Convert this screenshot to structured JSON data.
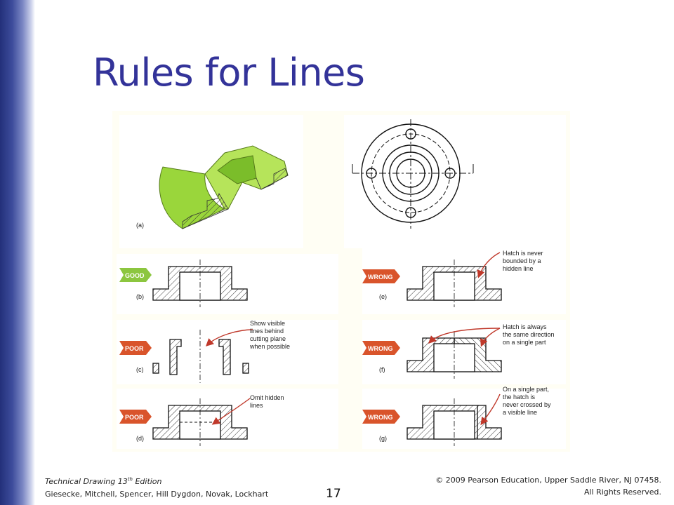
{
  "slide": {
    "title": "Rules for Lines",
    "page_number": "17"
  },
  "footer": {
    "book_title": "Technical Drawing  13",
    "book_edition_sup": "th",
    "book_edition_word": " Edition",
    "authors": "Giesecke, Mitchell, Spencer, Hill Dygdon, Novak, Lockhart",
    "copyright_line1": "© 2009 Pearson Education, Upper Saddle River, NJ 07458.",
    "copyright_line2": "All Rights Reserved."
  },
  "figure": {
    "labels": {
      "a": "(a)",
      "b": "(b)",
      "c": "(c)",
      "d": "(d)",
      "e": "(e)",
      "f": "(f)",
      "g": "(g)"
    },
    "badges": {
      "good": "GOOD",
      "poor": "POOR",
      "wrong": "WRONG"
    },
    "badge_colors": {
      "good": "#8cc63f",
      "poor": "#d9542b",
      "wrong": "#d9542b"
    },
    "callouts": {
      "c_line1": "Show visible",
      "c_line2": "lines behind",
      "c_line3": "cutting plane",
      "c_line4": "when possible",
      "d_line1": "Omit hidden",
      "d_line2": "lines",
      "e_line1": "Hatch is never",
      "e_line2": "bounded by a",
      "e_line3": "hidden line",
      "f_line1": "Hatch is always",
      "f_line2": "the same direction",
      "f_line3": "on a single part",
      "g_line1": "On a single part,",
      "g_line2": "the hatch is",
      "g_line3": "never crossed by",
      "g_line4": "a visible line"
    }
  }
}
